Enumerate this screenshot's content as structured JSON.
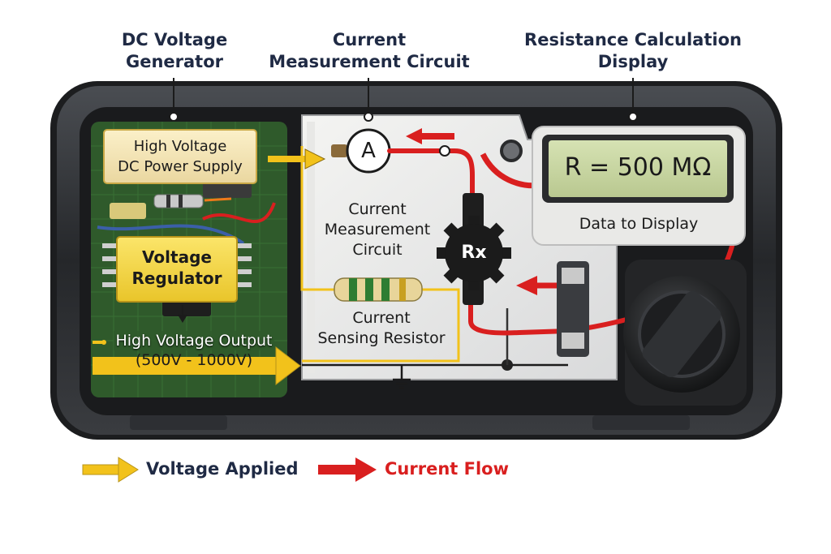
{
  "callouts": {
    "dc_generator": [
      "DC Voltage",
      "Generator"
    ],
    "current_measurement": [
      "Current",
      "Measurement Circuit"
    ],
    "resistance_display": [
      "Resistance Calculation",
      "Display"
    ]
  },
  "blocks": {
    "power_supply": [
      "High Voltage",
      "DC Power Supply"
    ],
    "voltage_regulator": [
      "Voltage",
      "Regulator"
    ],
    "hv_output": [
      "High Voltage Output",
      "(500V - 1000V)"
    ],
    "measurement_circuit": [
      "Current",
      "Measurement",
      "Circuit"
    ],
    "sensing_resistor": [
      "Current",
      "Sensing Resistor"
    ],
    "ammeter_symbol": "A",
    "rx_label": "Rx"
  },
  "display": {
    "reading": "R = 500 MΩ",
    "caption": "Data to Display"
  },
  "legend": {
    "voltage": "Voltage Applied",
    "current": "Current Flow"
  },
  "colors": {
    "voltage_arrow": "#f2c21b",
    "current_arrow": "#d91f1f",
    "lcd": "#c9d6a6",
    "pcb": "#2f5a2b",
    "housing": "#2b2d30"
  }
}
